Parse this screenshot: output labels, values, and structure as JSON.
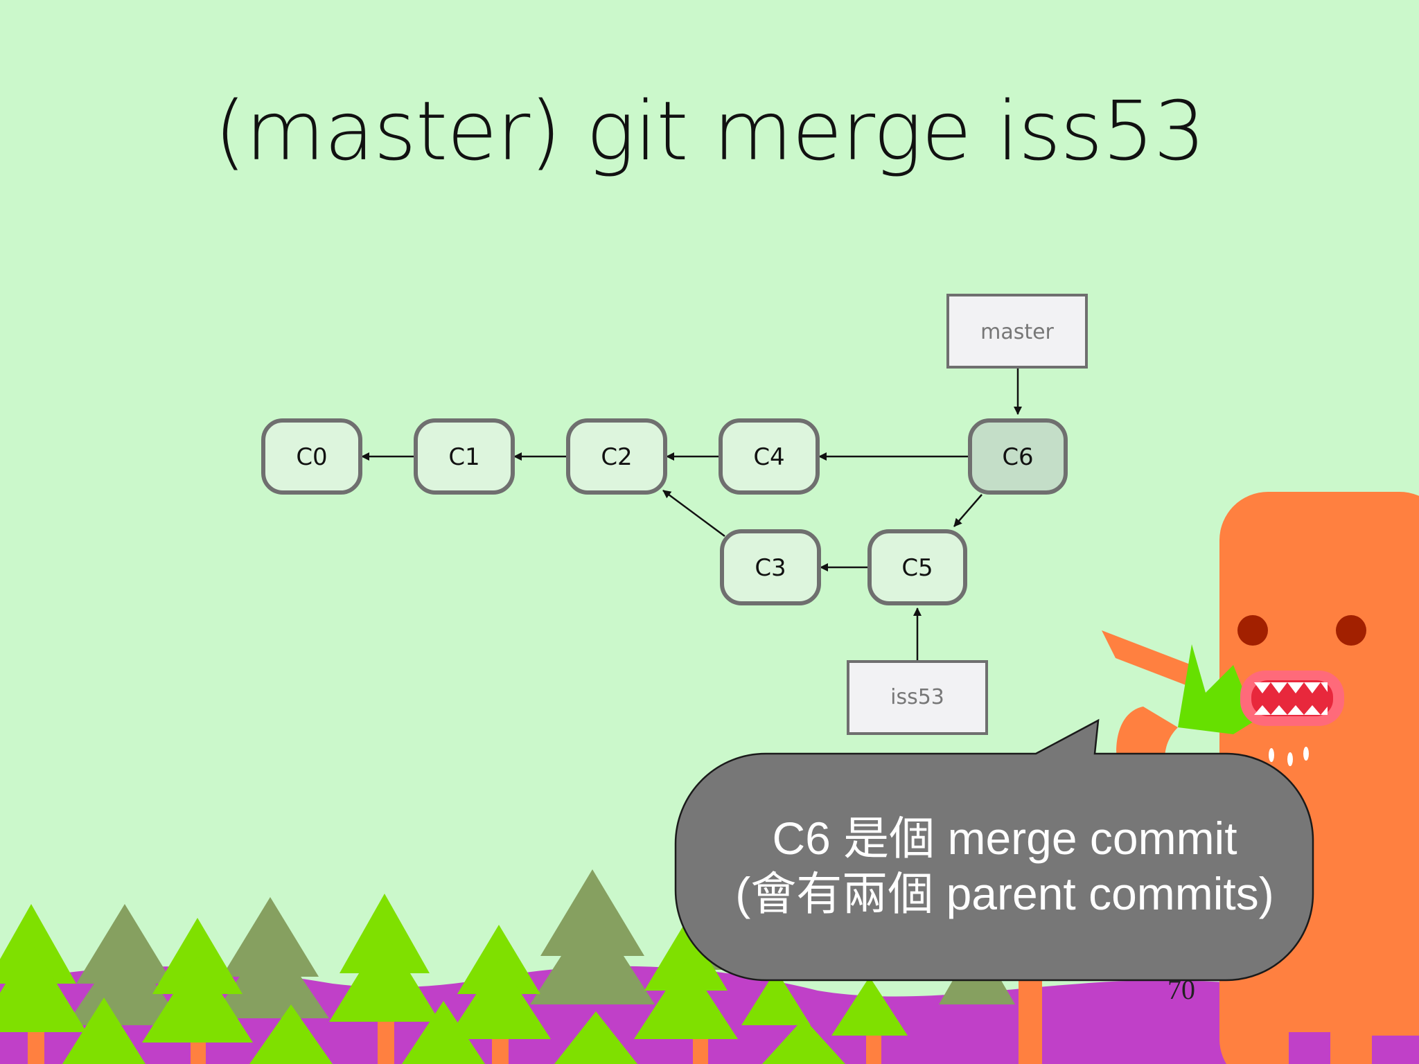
{
  "title": "(master) git merge iss53",
  "commits": {
    "c0": "C0",
    "c1": "C1",
    "c2": "C2",
    "c4": "C4",
    "c6": "C6",
    "c3": "C3",
    "c5": "C5"
  },
  "branches": {
    "master": "master",
    "iss53": "iss53"
  },
  "callout": {
    "line1": "C6 是個 merge commit",
    "line2": "(會有兩個 parent commits)"
  },
  "page_number": "70",
  "colors": {
    "background": "#cbf8cb",
    "commit_fill": "#ddf5dd",
    "merge_commit_fill": "#c4dec8",
    "commit_border": "#6f6f6f",
    "branch_fill": "#f2f2f4",
    "callout_fill": "#777777",
    "monster": "#ff8040",
    "tree_light": "#7fe000",
    "tree_dark": "#86a060",
    "hill": "#c040c8"
  }
}
